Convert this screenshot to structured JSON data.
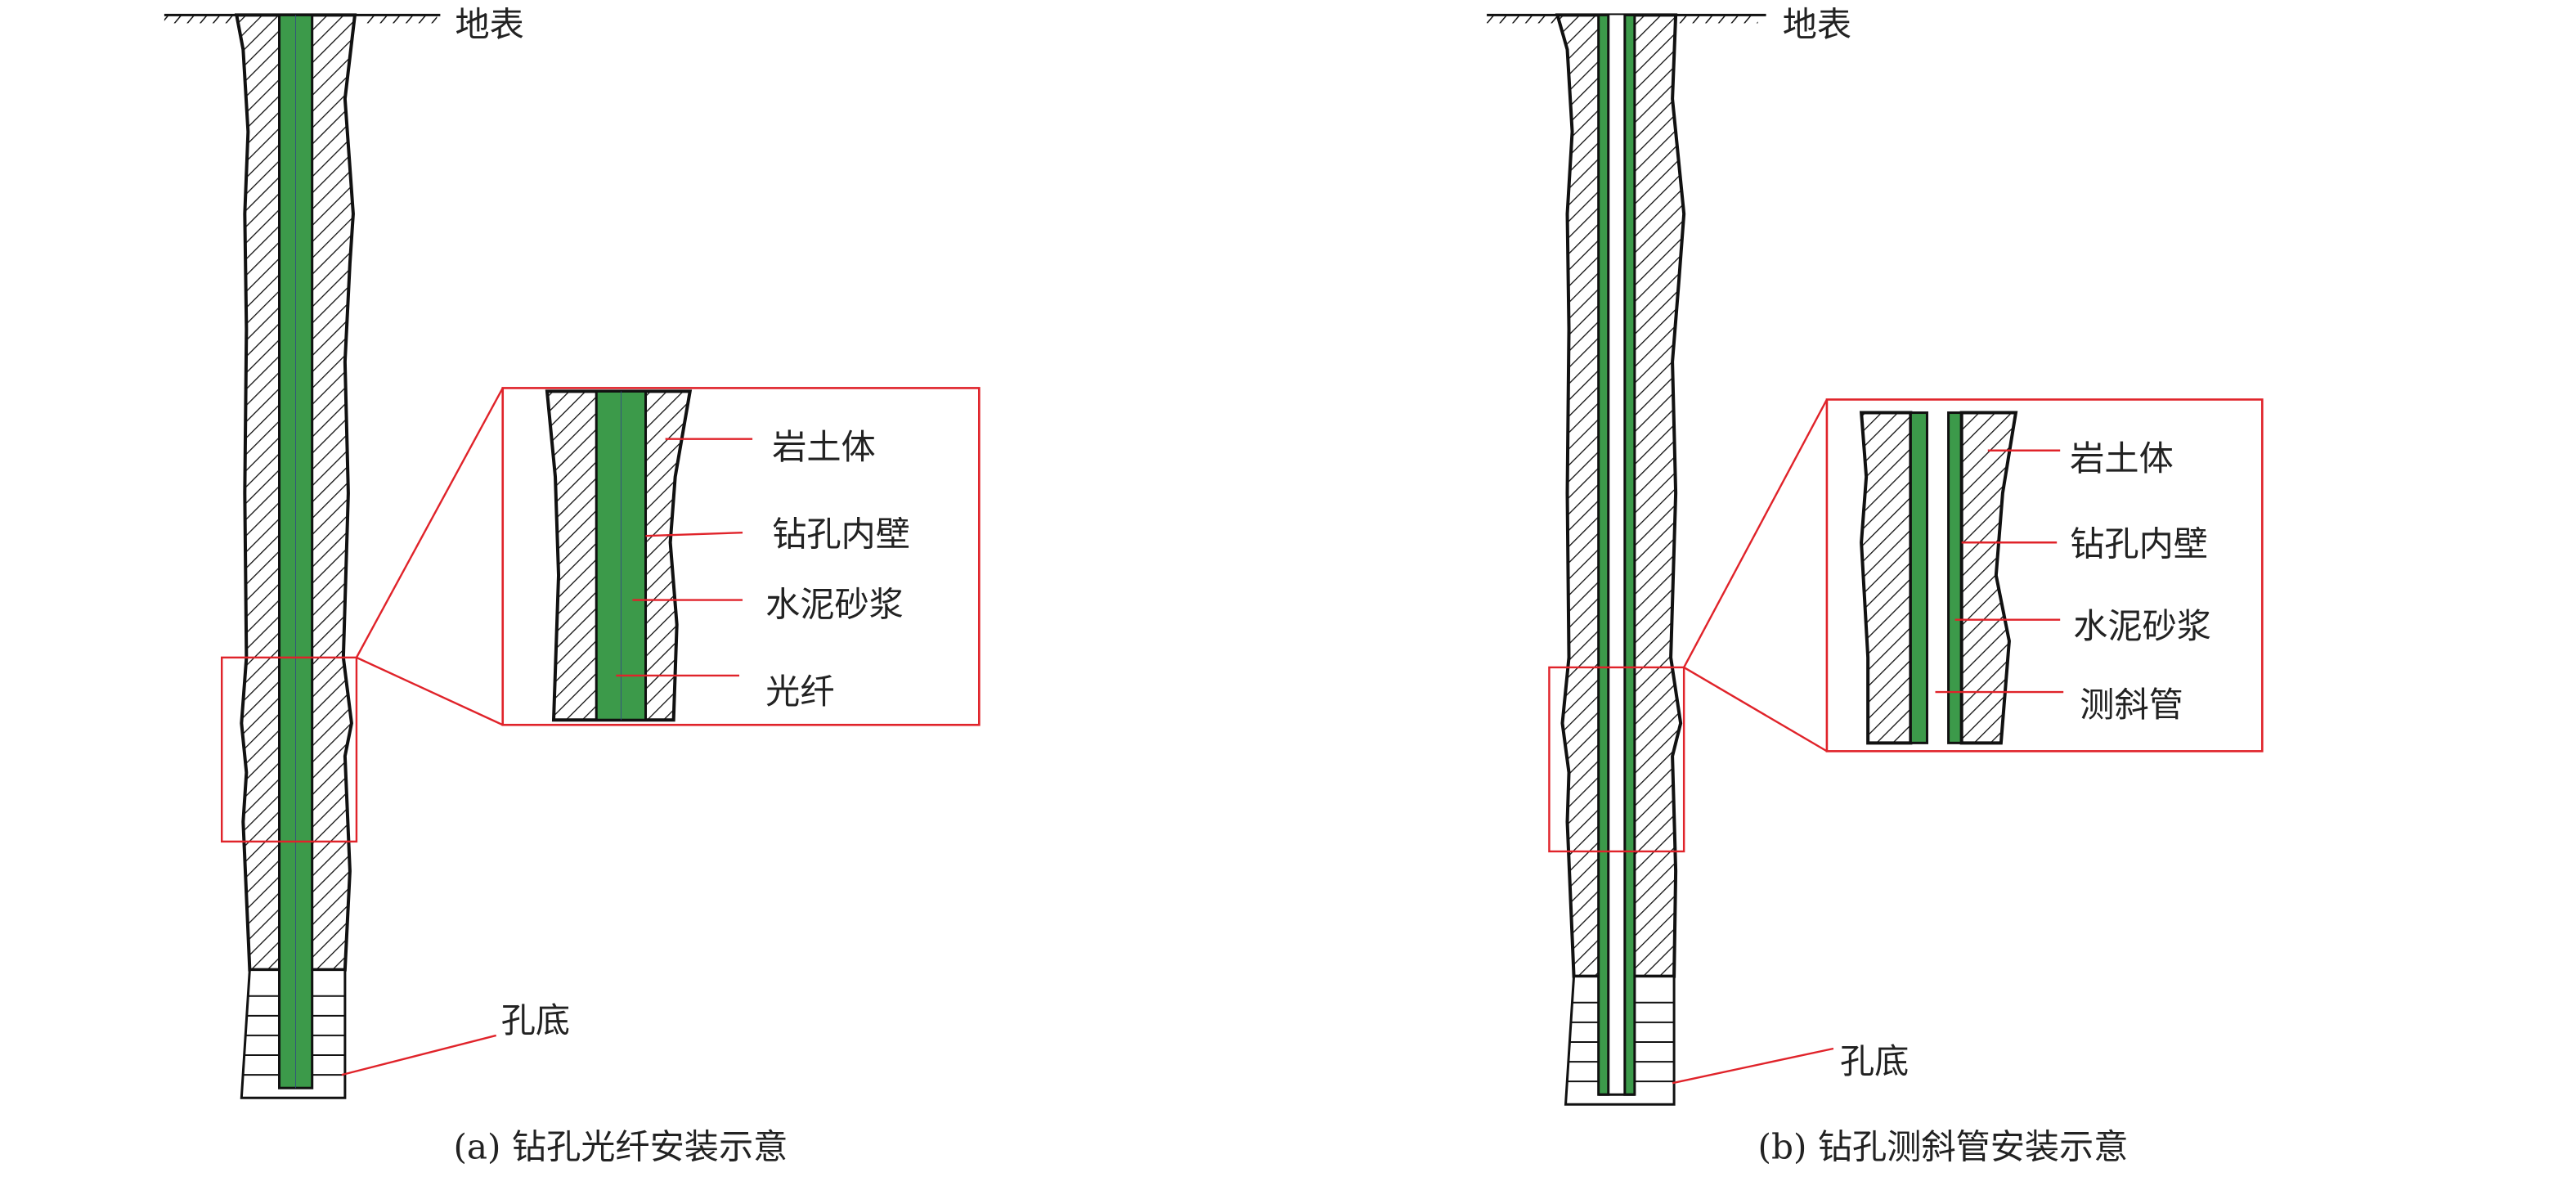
{
  "colors": {
    "fiber": "#3c9a4a",
    "callout": "#e0232a",
    "outline": "#111111"
  },
  "left": {
    "ground_label": "地表",
    "bottom_label": "孔底",
    "caption": "(a) 钻孔光纤安装示意",
    "inset_labels": [
      "岩土体",
      "钻孔内壁",
      "水泥砂浆",
      "光纤"
    ]
  },
  "right": {
    "ground_label": "地表",
    "bottom_label": "孔底",
    "caption": "(b) 钻孔测斜管安装示意",
    "inset_labels": [
      "岩土体",
      "钻孔内壁",
      "水泥砂浆",
      "测斜管"
    ]
  }
}
